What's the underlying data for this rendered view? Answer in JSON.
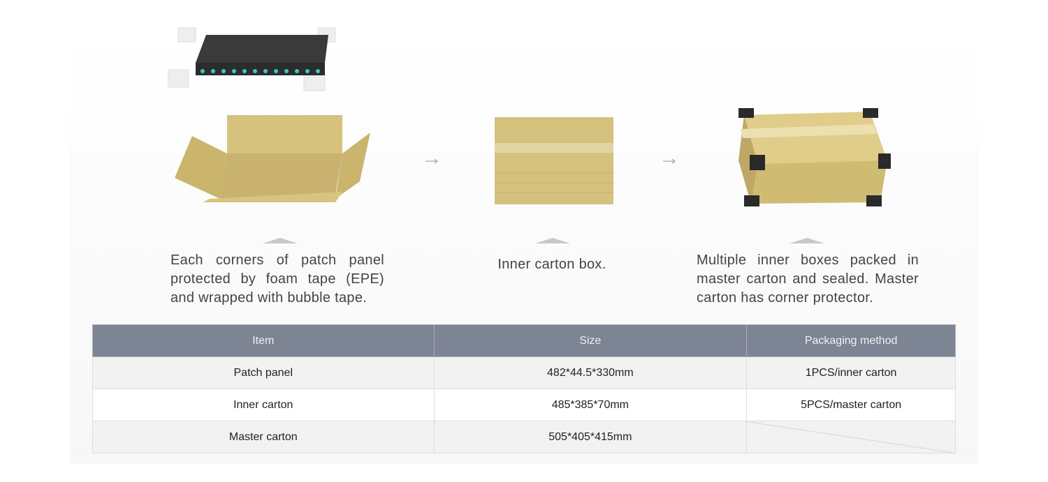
{
  "steps": [
    {
      "caption_lines": [
        "Each corners of patch panel",
        "protected by foam tape (EPE)",
        "and wrapped with bubble tape."
      ]
    },
    {
      "caption_lines": [
        "Inner carton box."
      ]
    },
    {
      "caption_lines": [
        "Multiple inner boxes packed in",
        "master carton and sealed. Master",
        "carton has corner protector."
      ]
    }
  ],
  "arrow_icon": "→",
  "table": {
    "headers": [
      "Item",
      "Size",
      "Packaging method"
    ],
    "rows": [
      [
        "Patch panel",
        "482*44.5*330mm",
        "1PCS/inner carton"
      ],
      [
        "Inner carton",
        "485*385*70mm",
        "5PCS/master carton"
      ],
      [
        "Master carton",
        "505*405*415mm",
        ""
      ]
    ]
  },
  "colors": {
    "header": "#7d8494",
    "carton": "#d6c17a"
  }
}
